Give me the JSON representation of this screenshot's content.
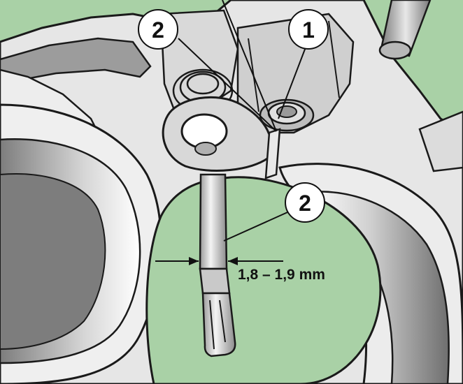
{
  "callouts": [
    {
      "label": "2"
    },
    {
      "label": "1"
    },
    {
      "label": "2"
    }
  ],
  "dimension": {
    "text": "1,8 – 1,9 mm"
  },
  "colors": {
    "background_green": "#a9d1a6",
    "metal_light": "#e6e6e6",
    "metal_mid": "#c8c8c8",
    "metal_dark": "#8a8a8a",
    "outline": "#1a1a1a"
  }
}
